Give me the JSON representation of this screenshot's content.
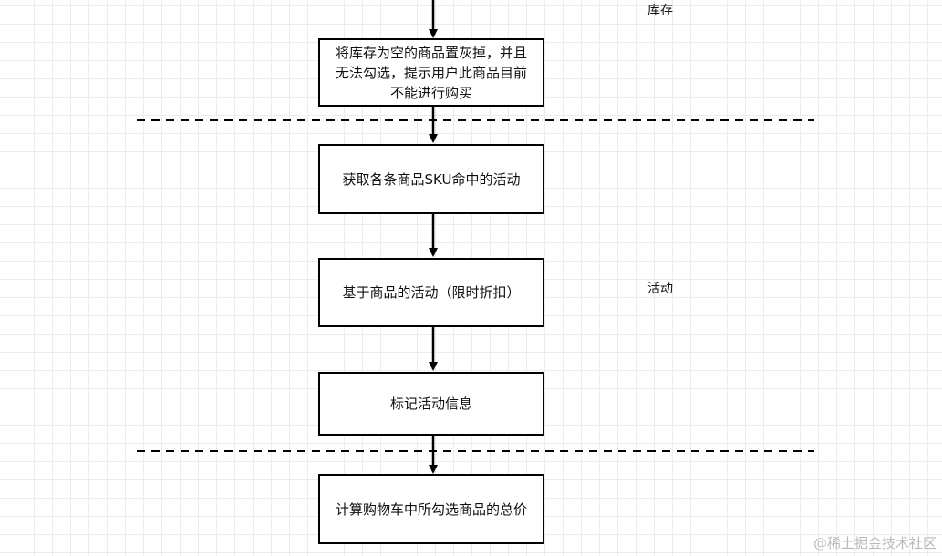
{
  "nodes": [
    {
      "id": "step-inventory",
      "text": "将库存为空的商品置灰掉，并且无法勾选，提示用户此商品目前不能进行购买"
    },
    {
      "id": "step-get-activities",
      "text": "获取各条商品SKU命中的活动"
    },
    {
      "id": "step-activity-based",
      "text": "基于商品的活动（限时折扣）"
    },
    {
      "id": "step-mark-activity",
      "text": "标记活动信息"
    },
    {
      "id": "step-calc-total",
      "text": "计算购物车中所勾选商品的总价"
    }
  ],
  "sections": {
    "inventory": "库存",
    "activity": "活动"
  },
  "watermark": "@稀土掘金技术社区"
}
